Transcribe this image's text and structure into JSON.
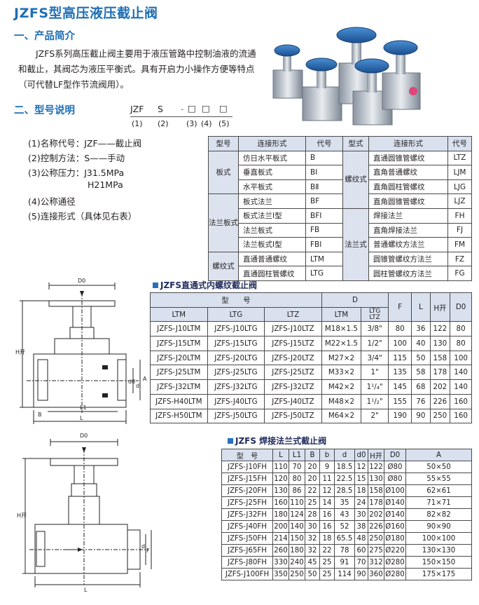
{
  "title": "JZFS型高压液压截止阀",
  "section1": "一、产品简介",
  "intro": "JZFS系列高压截止阀主要用于液压管路中控制油液的流通和截止，其阀芯为液压平衡式。具有开启力小操作方便等特点（可代替LF型作节流阀用）。",
  "section2": "二、型号说明",
  "code": {
    "parts": [
      "JZF",
      "S",
      "-",
      "□",
      "□",
      "□"
    ],
    "nums": [
      "(1)",
      "(2)",
      "(3)",
      "(4)",
      "(5)"
    ]
  },
  "spec_list": [
    "(1)名称代号：JZF——截止阀",
    "(2)控制方法：S——手动",
    "(3)公称压力：J31.5MPa",
    "H21MPa",
    "(4)公称通径",
    "(5)连接形式（具体见右表）"
  ],
  "conn_table": {
    "headers": [
      "型号",
      "连接形式",
      "代号",
      "型式",
      "连接形式",
      "代号"
    ],
    "left_groups": [
      {
        "type": "板式",
        "rows": [
          [
            "仿日水平板式",
            "B"
          ],
          [
            "垂直板式",
            "BⅠ"
          ],
          [
            "水平板式",
            "BⅡ"
          ]
        ]
      },
      {
        "type": "法兰板式",
        "rows": [
          [
            "板式法兰",
            "BF"
          ],
          [
            "板式法兰Ⅰ型",
            "BFⅠ"
          ],
          [
            "法兰板式",
            "FB"
          ],
          [
            "法兰板式Ⅰ型",
            "FBⅠ"
          ]
        ]
      },
      {
        "type": "螺纹式",
        "rows": [
          [
            "直通普通螺纹",
            "LTM"
          ],
          [
            "直通圆柱管螺纹",
            "LTG"
          ]
        ]
      }
    ],
    "right_groups": [
      {
        "type": "螺纹式",
        "rows": [
          [
            "直通圆锥管螺纹",
            "LTZ"
          ],
          [
            "直角普通螺纹",
            "LJM"
          ],
          [
            "直角圆柱管螺纹",
            "LJG"
          ],
          [
            "直角圆锥管螺纹",
            "LJZ"
          ]
        ]
      },
      {
        "type": "法兰式",
        "rows": [
          [
            "焊接法兰",
            "FH"
          ],
          [
            "直角焊接法兰",
            "FJ"
          ],
          [
            "普通螺纹方法兰",
            "FM"
          ],
          [
            "圆锥管螺纹方法兰",
            "FZ"
          ],
          [
            "圆柱管螺纹方法兰",
            "FG"
          ]
        ]
      }
    ]
  },
  "table2": {
    "caption": "JZFS直通式内螺纹截止阀",
    "h_model": "型　　号",
    "h_D": "D",
    "h_F": "F",
    "h_L": "L",
    "h_H": "H开",
    "h_D0": "D0",
    "sub": [
      "LTM",
      "LTG",
      "LTZ",
      "LTM",
      "LTG\nLTZ"
    ],
    "rows": [
      [
        "JZFS-J10LTM",
        "JZFS-J10LTG",
        "JZFS-J10LTZ",
        "M18×1.5",
        "3/8\"",
        "80",
        "36",
        "122",
        "80"
      ],
      [
        "JZFS-J15LTM",
        "JZFS-J15LTG",
        "JZFS-J15LTZ",
        "M22×1.5",
        "1/2\"",
        "100",
        "40",
        "130",
        "80"
      ],
      [
        "JZFS-J20LTM",
        "JZFS-J20LTG",
        "JZFS-J20LTZ",
        "M27×2",
        "3/4\"",
        "115",
        "50",
        "158",
        "100"
      ],
      [
        "JZFS-J25LTM",
        "JZFS-J25LTG",
        "JZFS-J25LTZ",
        "M33×2",
        "1\"",
        "135",
        "58",
        "178",
        "140"
      ],
      [
        "JZFS-J32LTM",
        "JZFS-J32LTG",
        "JZFS-J32LTZ",
        "M42×2",
        "1¹/₄\"",
        "145",
        "68",
        "202",
        "140"
      ],
      [
        "JZFS-H40LTM",
        "JZFS-J40LTG",
        "JZFS-J40LTZ",
        "M48×2",
        "1¹/₂\"",
        "155",
        "76",
        "226",
        "160"
      ],
      [
        "JZFS-H50LTM",
        "JZFS-J50LTG",
        "JZFS-J50LTZ",
        "M64×2",
        "2\"",
        "190",
        "90",
        "250",
        "160"
      ]
    ]
  },
  "table3": {
    "caption": "JZFS 焊接法兰式截止阀",
    "headers": [
      "型　号",
      "L",
      "L1",
      "B",
      "b",
      "d",
      "d0",
      "H开",
      "D0",
      "A"
    ],
    "rows": [
      [
        "JZFS-J10FH",
        "110",
        "70",
        "20",
        "9",
        "18.5",
        "12",
        "122",
        "Ø80",
        "50×50"
      ],
      [
        "JZFS-J15FH",
        "120",
        "80",
        "20",
        "11",
        "22.5",
        "15",
        "130",
        "Ø80",
        "55×55"
      ],
      [
        "JZFS-J20FH",
        "130",
        "86",
        "22",
        "12",
        "28.5",
        "18",
        "158",
        "Ø100",
        "62×61"
      ],
      [
        "JZFS-J25FH",
        "160",
        "110",
        "25",
        "14",
        "35",
        "24",
        "178",
        "Ø140",
        "71×71"
      ],
      [
        "JZFS-J32FH",
        "180",
        "124",
        "28",
        "16",
        "43",
        "30",
        "202",
        "Ø140",
        "82×82"
      ],
      [
        "JZFS-J40FH",
        "200",
        "140",
        "30",
        "16",
        "52",
        "38",
        "226",
        "Ø160",
        "90×90"
      ],
      [
        "JZFS-J50FH",
        "214",
        "150",
        "32",
        "18",
        "65.5",
        "48",
        "250",
        "Ø180",
        "100×100"
      ],
      [
        "JZFS-J65FH",
        "260",
        "180",
        "32",
        "22",
        "78",
        "60",
        "275",
        "Ø220",
        "130×130"
      ],
      [
        "JZFS-J80FH",
        "330",
        "240",
        "45",
        "25",
        "91",
        "70",
        "312",
        "Ø280",
        "150×150"
      ],
      [
        "JZFS-J100FH",
        "350",
        "250",
        "50",
        "25",
        "114",
        "90",
        "360",
        "Ø280",
        "175×175"
      ]
    ]
  },
  "drawing1": {
    "D0": "D0",
    "H": "H开",
    "B": "B",
    "L1": "L1",
    "L": "L",
    "d0": "d0",
    "d": "d",
    "A": "A"
  },
  "drawing2": {
    "D0": "D0",
    "H": "H开",
    "d": "d",
    "F": "F",
    "L": "L"
  }
}
